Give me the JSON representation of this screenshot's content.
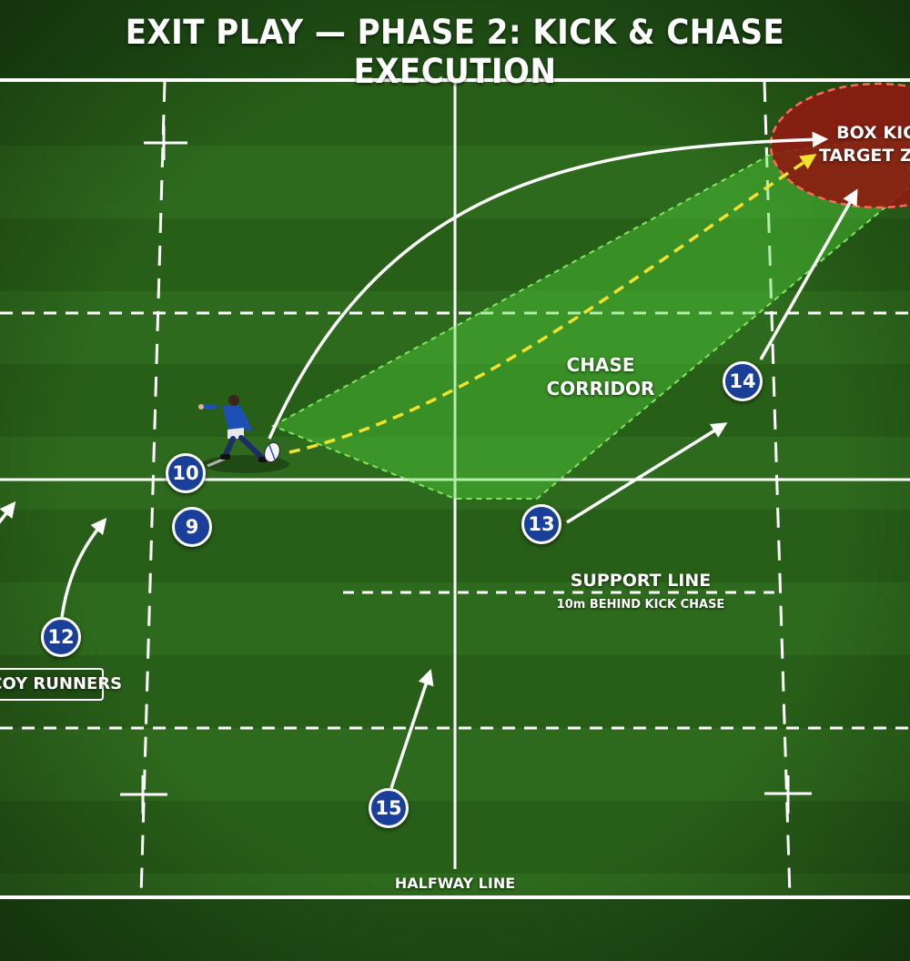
{
  "title": "EXIT PLAY — PHASE 2: KICK & CHASE EXECUTION",
  "zones": {
    "target_line1": "BOX KICK",
    "target_line2": "TARGET ZONE",
    "chase_line1": "CHASE",
    "chase_line2": "CORRIDOR",
    "support_title": "SUPPORT LINE",
    "support_sub": "10m BEHIND KICK CHASE",
    "runners": "DECOY RUNNERS",
    "halfway": "HALFWAY LINE"
  },
  "players": [
    "10",
    "9",
    "12",
    "13",
    "14",
    "15"
  ],
  "colors": {
    "grass": "#2f6b1f",
    "line": "#ffffff",
    "target_zone": "#8e1b12",
    "target_border": "#ff6a5a",
    "corridor": "#4fd13a",
    "kick_path": "#f2e22a",
    "badge": "#1a3f9a"
  },
  "icons": [
    "kicker-player-icon",
    "rugby-ball-icon"
  ]
}
